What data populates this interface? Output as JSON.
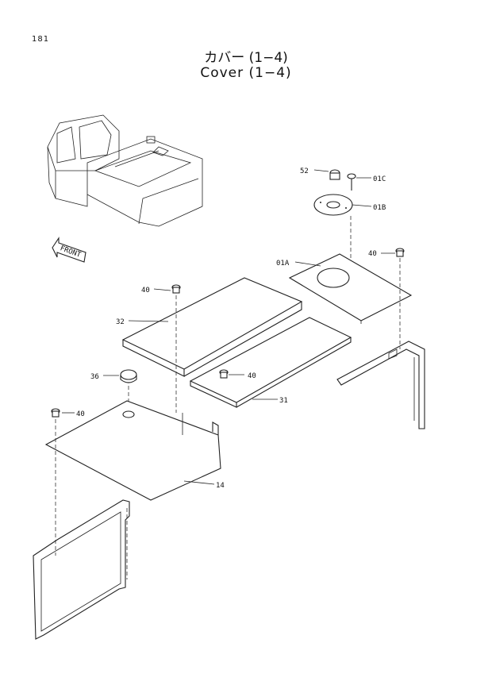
{
  "page_number": "181",
  "title_jp": "カバー (1−4)",
  "title_en": "Cover (1−4)",
  "front_label": "FRONT",
  "callouts": {
    "c52": "52",
    "c01c": "01C",
    "c01b": "01B",
    "c01a": "01A",
    "c40a": "40",
    "c40b": "40",
    "c40c": "40",
    "c40d": "40",
    "c32": "32",
    "c36": "36",
    "c31": "31",
    "c14": "14"
  }
}
